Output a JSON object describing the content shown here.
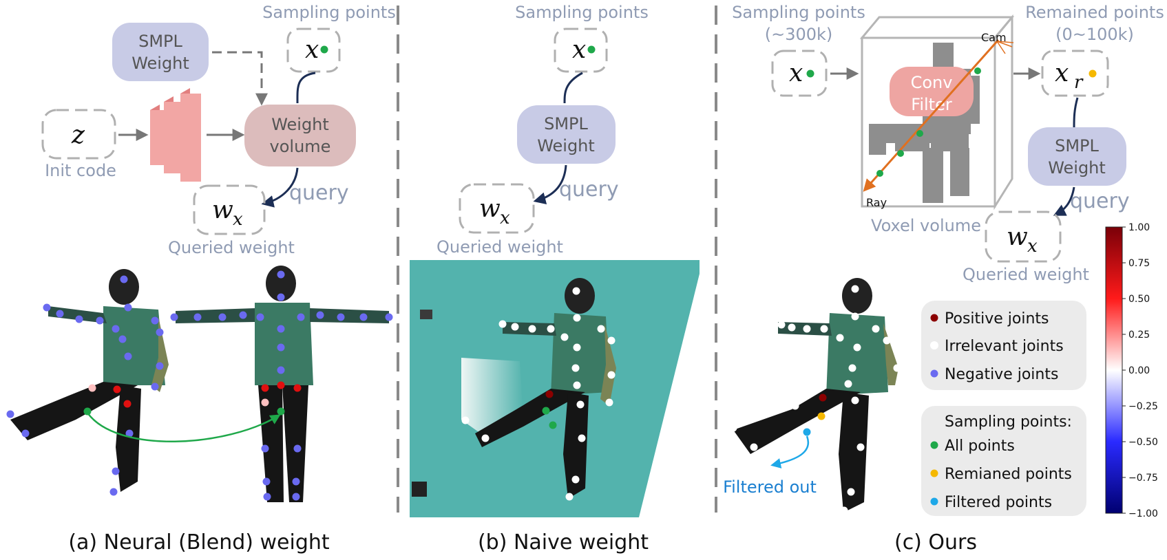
{
  "panel_a": {
    "caption": "(a) Neural (Blend) weight",
    "sampling_label": "Sampling points",
    "x_symbol": "x",
    "smpl_weight": [
      "SMPL",
      "Weight"
    ],
    "z_symbol": "z",
    "init_code": "Init code",
    "weight_volume": [
      "Weight",
      "volume"
    ],
    "query": "query",
    "w_symbol": "w",
    "w_sub": "x",
    "queried_weight": "Queried weight"
  },
  "panel_b": {
    "caption": "(b) Naive weight",
    "sampling_label": "Sampling points",
    "x_symbol": "x",
    "smpl_weight": [
      "SMPL",
      "Weight"
    ],
    "query": "query",
    "w_symbol": "w",
    "w_sub": "x",
    "queried_weight": "Queried weight"
  },
  "panel_c": {
    "caption": "(c) Ours",
    "sampling_label": "Sampling points",
    "sampling_count": "(~300k)",
    "x_symbol": "x",
    "remained_label": "Remained points",
    "remained_count": "(0~100k)",
    "xr_symbol": "x",
    "xr_sub": "r",
    "conv_filter": [
      "Conv",
      "Filter"
    ],
    "cam": "Cam",
    "ray": "Ray",
    "voxel_volume": "Voxel volume",
    "smpl_weight": [
      "SMPL",
      "Weight"
    ],
    "query": "query",
    "w_symbol": "w",
    "w_sub": "x",
    "queried_weight": "Queried weight",
    "filtered_out": "Filtered out"
  },
  "legend_joints": {
    "items": [
      {
        "label": "Positive joints",
        "color": "#8b0000"
      },
      {
        "label": "Irrelevant joints",
        "color": "#ffffff"
      },
      {
        "label": "Negative joints",
        "color": "#6a6af0"
      }
    ]
  },
  "legend_points": {
    "title": "Sampling points:",
    "items": [
      {
        "label": "All points",
        "color": "#1fa84a"
      },
      {
        "label": "Remianed points",
        "color": "#f5b800"
      },
      {
        "label": "Filtered points",
        "color": "#1ea8e8"
      }
    ]
  },
  "colorbar": {
    "ticks": [
      "1.00",
      "0.75",
      "0.50",
      "0.25",
      "0.00",
      "−0.25",
      "−0.50",
      "−0.75",
      "−1.00"
    ],
    "range": [
      -1,
      1
    ]
  },
  "colors": {
    "label_gray": "#8f9bb3",
    "smpl_box": "#c8cbe6",
    "weight_volume": "#dcbcbc",
    "conv_filter": "#eea5a2",
    "arrow_gray": "#777777",
    "query_arrow": "#1c2e55",
    "divider": "#8a8a8a",
    "filtered_blue": "#1a7fd0",
    "teal_bg": "#53b3ad"
  }
}
